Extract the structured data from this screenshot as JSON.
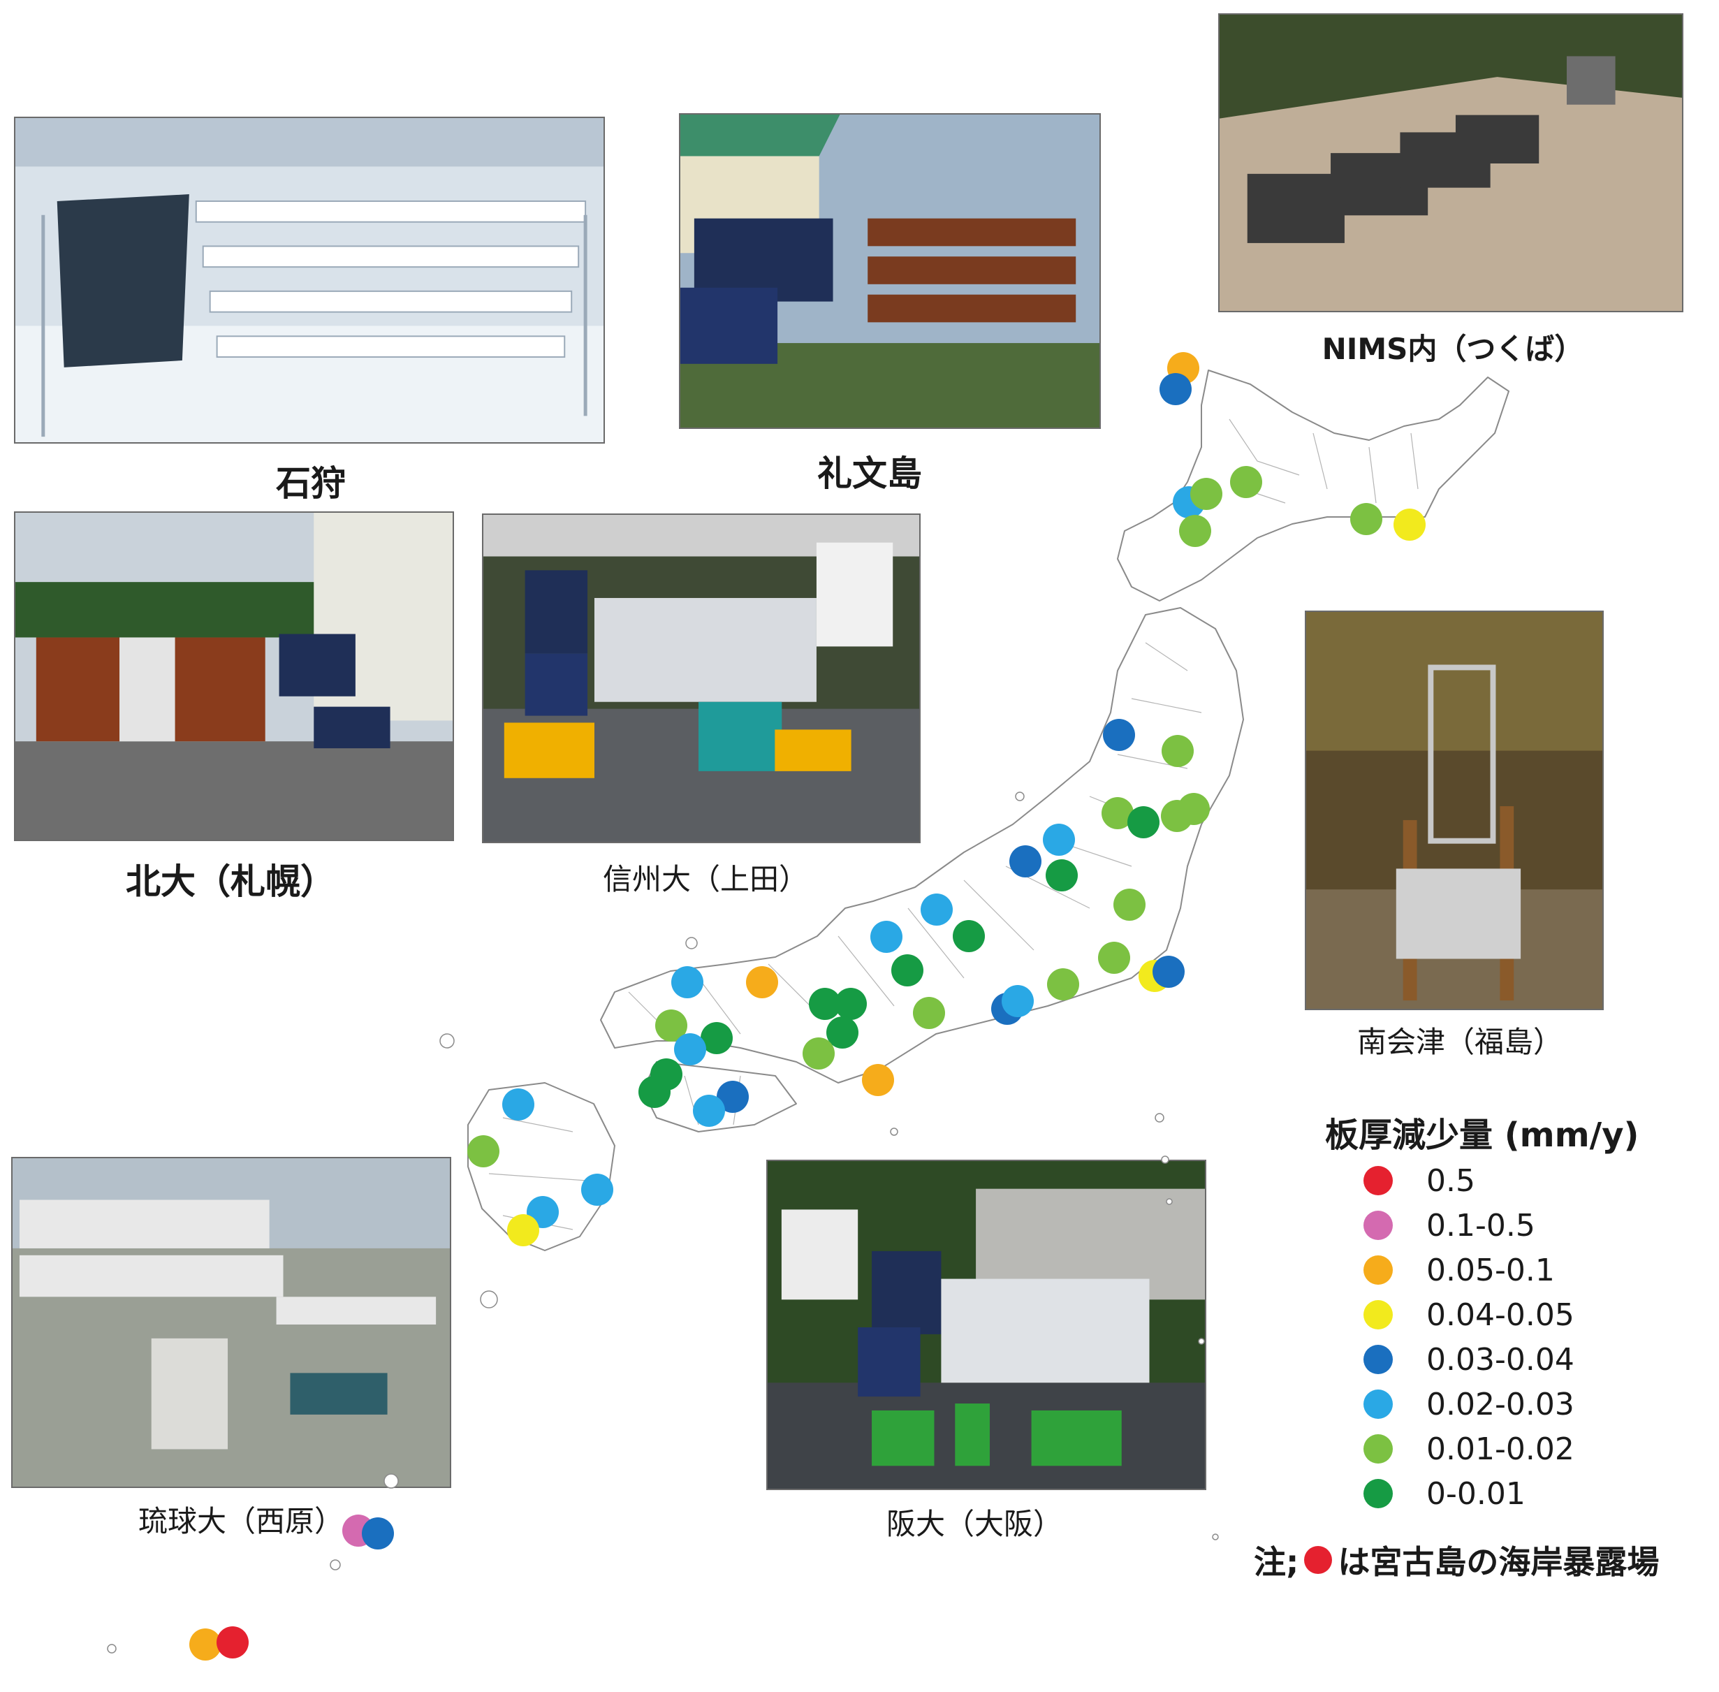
{
  "sites": [
    {
      "label": "石狩",
      "photo": "snow-covered-exposure-rack"
    },
    {
      "label": "礼文島",
      "photo": "rooftop-exposure-rack-brown-panels"
    },
    {
      "label": "NIMS内（つくば）",
      "photo": "aerial-view-test-field"
    },
    {
      "label": "北大（札幌）",
      "photo": "rooftop-exposure-rack-mixed-panels"
    },
    {
      "label": "信州大（上田）",
      "photo": "rack-with-yellow-tanks"
    },
    {
      "label": "南会津（福島）",
      "photo": "tall-rack-in-forest"
    },
    {
      "label": "琉球大（西原）",
      "photo": "rooftop-rack-with-cabinet"
    },
    {
      "label": "阪大（大阪）",
      "photo": "rack-with-green-tanks"
    }
  ],
  "legend": {
    "title": "板厚減少量 (mm/y)",
    "items": [
      {
        "label": "0.5",
        "color": "#e5212f"
      },
      {
        "label": "0.1-0.5",
        "color": "#d46ab0"
      },
      {
        "label": "0.05-0.1",
        "color": "#f6ac1b"
      },
      {
        "label": "0.04-0.05",
        "color": "#f2ea1d"
      },
      {
        "label": "0.03-0.04",
        "color": "#1a6fbf"
      },
      {
        "label": "0.02-0.03",
        "color": "#2aa8e5"
      },
      {
        "label": "0.01-0.02",
        "color": "#7cc142"
      },
      {
        "label": "0-0.01",
        "color": "#169b44"
      }
    ]
  },
  "note": {
    "prefix": "注;",
    "suffix": "は宮古島の海岸暴露場",
    "color": "#e5212f"
  }
}
